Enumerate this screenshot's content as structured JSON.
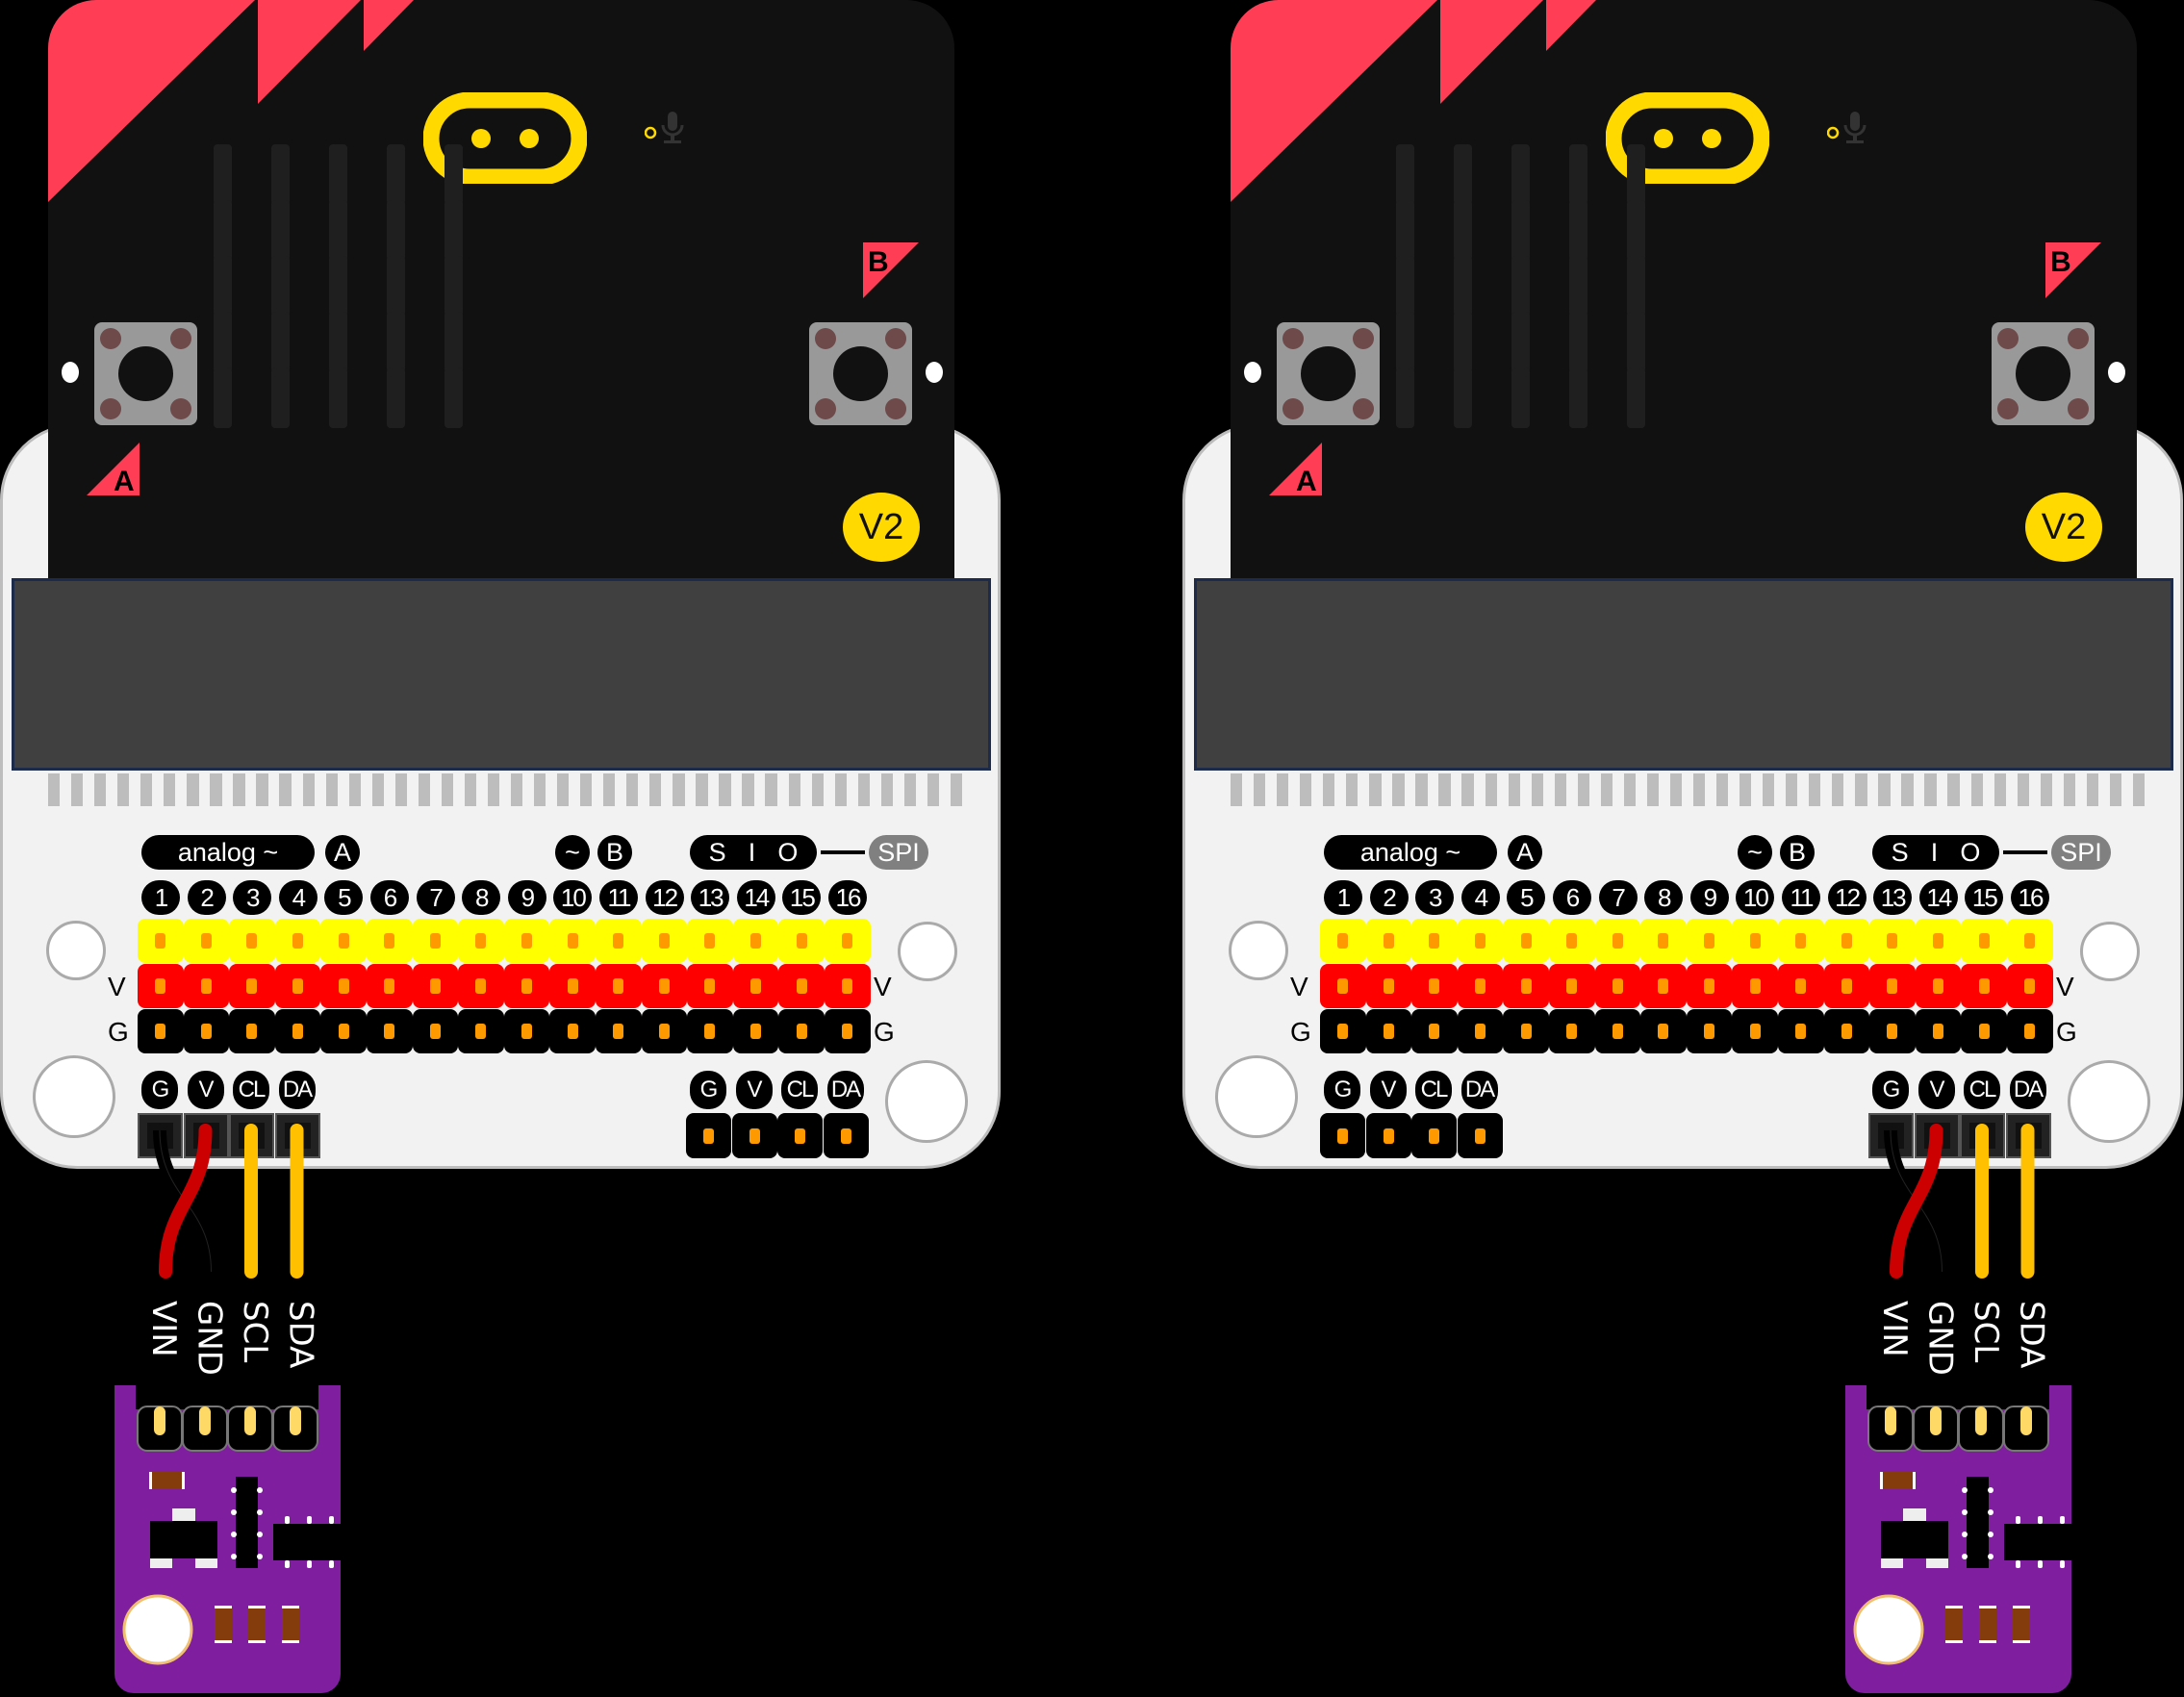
{
  "diagram": {
    "description": "Two micro:bit V2 boards on expansion shields, each wired to an I2C sensor module",
    "colors": {
      "background": "#000000",
      "shield": "#f2f2f2",
      "microbit_body": "#111111",
      "accent_red": "#ff3d55",
      "logo_yellow": "#ffd900",
      "signal_row": "#ffff00",
      "power_row": "#ff0000",
      "ground_row": "#000000",
      "pin_pad": "#ff9900",
      "wire_vin": "#cc0000",
      "wire_gnd": "#000000",
      "wire_scl": "#ffc000",
      "wire_sda": "#ffc000",
      "sensor_pcb": "#7f1fa0"
    }
  },
  "boards": [
    {
      "id": "left",
      "microbit": {
        "version_badge": "V2",
        "button_a_label": "A",
        "button_b_label": "B"
      },
      "shield": {
        "function_labels": {
          "analog": "analog ~",
          "a": "A",
          "pwm": "~",
          "b": "B",
          "spi_pins": [
            "S",
            "I",
            "O"
          ],
          "spi": "SPI"
        },
        "pin_numbers": [
          "1",
          "2",
          "3",
          "4",
          "5",
          "6",
          "7",
          "8",
          "9",
          "10",
          "11",
          "12",
          "13",
          "14",
          "15",
          "16"
        ],
        "row_labels": {
          "v": "V",
          "g": "G"
        },
        "i2c_header_left": {
          "labels": [
            "G",
            "V",
            "CL",
            "DA"
          ],
          "connected": true
        },
        "i2c_header_right": {
          "labels": [
            "G",
            "V",
            "CL",
            "DA"
          ],
          "connected": false
        }
      },
      "sensor": {
        "pins": [
          "VIN",
          "GND",
          "SCL",
          "SDA"
        ]
      }
    },
    {
      "id": "right",
      "microbit": {
        "version_badge": "V2",
        "button_a_label": "A",
        "button_b_label": "B"
      },
      "shield": {
        "function_labels": {
          "analog": "analog ~",
          "a": "A",
          "pwm": "~",
          "b": "B",
          "spi_pins": [
            "S",
            "I",
            "O"
          ],
          "spi": "SPI"
        },
        "pin_numbers": [
          "1",
          "2",
          "3",
          "4",
          "5",
          "6",
          "7",
          "8",
          "9",
          "10",
          "11",
          "12",
          "13",
          "14",
          "15",
          "16"
        ],
        "row_labels": {
          "v": "V",
          "g": "G"
        },
        "i2c_header_left": {
          "labels": [
            "G",
            "V",
            "CL",
            "DA"
          ],
          "connected": false
        },
        "i2c_header_right": {
          "labels": [
            "G",
            "V",
            "CL",
            "DA"
          ],
          "connected": true
        }
      },
      "sensor": {
        "pins": [
          "VIN",
          "GND",
          "SCL",
          "SDA"
        ]
      }
    }
  ]
}
